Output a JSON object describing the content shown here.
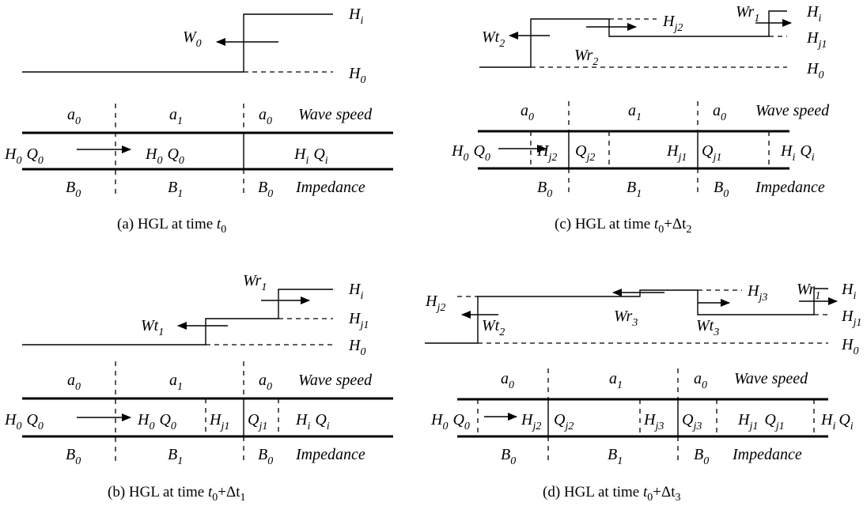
{
  "panels": [
    {
      "id": "a",
      "caption": {
        "prefix": "(a) HGL at time ",
        "t": "t",
        "tsub": "0",
        "plus": "",
        "delta": "",
        "dsub": ""
      },
      "hgl_labels": [
        "H",
        "i",
        "H",
        "0"
      ],
      "wave_labels": [
        "W",
        "0"
      ],
      "pipe": {
        "speeds": [
          "a",
          "0",
          "a",
          "1",
          "a",
          "0"
        ],
        "speed_title": "Wave speed",
        "impedances": [
          "B",
          "0",
          "B",
          "1",
          "B",
          "0"
        ],
        "impedance_title": "Impedance",
        "cells": [
          "H",
          "0",
          "Q",
          "0",
          "H",
          "0",
          "Q",
          "0",
          "H",
          "i",
          "Q",
          "i"
        ]
      }
    },
    {
      "id": "b",
      "caption": {
        "prefix": "(b) HGL at time ",
        "t": "t",
        "tsub": "0",
        "plus": "+",
        "delta": "Δt",
        "dsub": "1"
      },
      "hgl_labels": [
        "H",
        "i",
        "H",
        "j1",
        "H",
        "0"
      ],
      "wave_labels": [
        "Wr",
        "1",
        "Wt",
        "1"
      ],
      "pipe": {
        "speeds": [
          "a",
          "0",
          "a",
          "1",
          "a",
          "0"
        ],
        "speed_title": "Wave speed",
        "impedances": [
          "B",
          "0",
          "B",
          "1",
          "B",
          "0"
        ],
        "impedance_title": "Impedance",
        "cells": [
          "H",
          "0",
          "Q",
          "0",
          "H",
          "0",
          "Q",
          "0",
          "H",
          "j1",
          "Q",
          "j1",
          "H",
          "i",
          "Q",
          "i"
        ]
      }
    },
    {
      "id": "c",
      "caption": {
        "prefix": "(c) HGL at time ",
        "t": "t",
        "tsub": "0",
        "plus": "+",
        "delta": "Δt",
        "dsub": "2"
      },
      "hgl_labels": [
        "H",
        "j2",
        "H",
        "i",
        "H",
        "j1",
        "H",
        "0"
      ],
      "wave_labels": [
        "Wt",
        "2",
        "Wr",
        "1",
        "Wr",
        "2"
      ],
      "pipe": {
        "speeds": [
          "a",
          "0",
          "a",
          "1",
          "a",
          "0"
        ],
        "speed_title": "Wave speed",
        "impedances": [
          "B",
          "0",
          "B",
          "1",
          "B",
          "0"
        ],
        "impedance_title": "Impedance",
        "cells": [
          "H",
          "0",
          "Q",
          "0",
          "H",
          "j2",
          "Q",
          "j2",
          "H",
          "j1",
          "Q",
          "j1",
          "H",
          "i",
          "Q",
          "i"
        ]
      }
    },
    {
      "id": "d",
      "caption": {
        "prefix": "(d) HGL at time ",
        "t": "t",
        "tsub": "0",
        "plus": "+",
        "delta": "Δt",
        "dsub": "3"
      },
      "hgl_labels": [
        "H",
        "j2",
        "H",
        "j3",
        "H",
        "i",
        "H",
        "j1",
        "H",
        "0"
      ],
      "wave_labels": [
        "Wr",
        "1",
        "Wt",
        "2",
        "Wr",
        "3",
        "Wt",
        "3"
      ],
      "pipe": {
        "speeds": [
          "a",
          "0",
          "a",
          "1",
          "a",
          "0"
        ],
        "speed_title": "Wave speed",
        "impedances": [
          "B",
          "0",
          "B",
          "1",
          "B",
          "0"
        ],
        "impedance_title": "Impedance",
        "cells": [
          "H",
          "0",
          "Q",
          "0",
          "H",
          "j2",
          "Q",
          "j2",
          "H",
          "j3",
          "Q",
          "j3",
          "H",
          "j1",
          "Q",
          "j1",
          "H",
          "i",
          "Q",
          "i"
        ]
      }
    }
  ]
}
